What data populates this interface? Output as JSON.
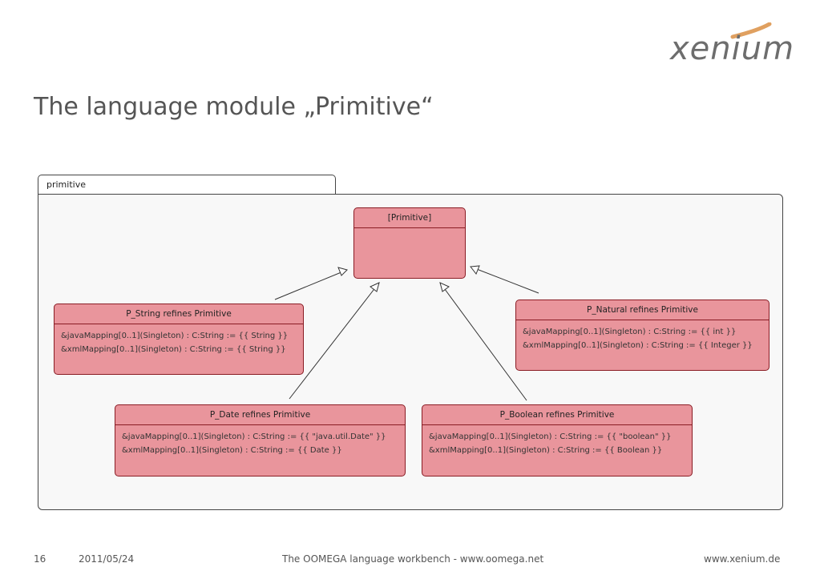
{
  "logo": {
    "text": "xenium"
  },
  "title": "The language module „Primitive“",
  "package": {
    "name": "primitive"
  },
  "classes": [
    {
      "name": "[Primitive]",
      "attributes": []
    },
    {
      "name": "P_String refines Primitive",
      "attributes": [
        "&javaMapping[0..1](Singleton) : C:String := {{ String }}",
        "&xmlMapping[0..1](Singleton) : C:String := {{ String }}"
      ]
    },
    {
      "name": "P_Natural refines Primitive",
      "attributes": [
        "&javaMapping[0..1](Singleton) : C:String := {{ int }}",
        "&xmlMapping[0..1](Singleton) : C:String := {{ Integer }}"
      ]
    },
    {
      "name": "P_Date refines Primitive",
      "attributes": [
        "&javaMapping[0..1](Singleton) : C:String := {{ \"java.util.Date\" }}",
        "&xmlMapping[0..1](Singleton) : C:String := {{ Date }}"
      ]
    },
    {
      "name": "P_Boolean refines Primitive",
      "attributes": [
        "&javaMapping[0..1](Singleton) : C:String := {{ \"boolean\" }}",
        "&xmlMapping[0..1](Singleton) : C:String := {{ Boolean }}"
      ]
    }
  ],
  "relations": [
    {
      "from": "P_String refines Primitive",
      "to": "[Primitive]",
      "type": "generalization"
    },
    {
      "from": "P_Natural refines Primitive",
      "to": "[Primitive]",
      "type": "generalization"
    },
    {
      "from": "P_Date refines Primitive",
      "to": "[Primitive]",
      "type": "generalization"
    },
    {
      "from": "P_Boolean refines Primitive",
      "to": "[Primitive]",
      "type": "generalization"
    }
  ],
  "colors": {
    "class_fill": "#e9959c",
    "class_border": "#8a1c24",
    "logo_accent": "#e0a060"
  },
  "footer": {
    "page_number": "16",
    "date": "2011/05/24",
    "center": "The OOMEGA language workbench - www.oomega.net",
    "right": "www.xenium.de"
  }
}
